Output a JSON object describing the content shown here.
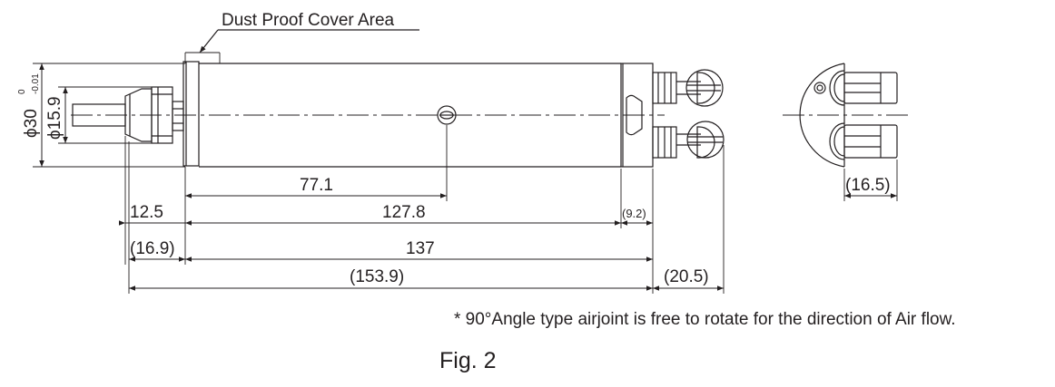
{
  "labels": {
    "callout": "Dust Proof Cover Area",
    "dia_outer": "ϕ30",
    "dia_outer_tol_upper": "0",
    "dia_outer_tol_lower": "-0.01",
    "dia_inner": "ϕ15.9",
    "dim_77": "77.1",
    "dim_127": "127.8",
    "dim_9": "(9.2)",
    "dim_12": "12.5",
    "dim_16_9": "(16.9)",
    "dim_137": "137",
    "dim_153": "(153.9)",
    "dim_20": "(20.5)",
    "dim_16_5": "(16.5)"
  },
  "note": "* 90°Angle type airjoint is free to rotate for the direction of Air flow.",
  "figure_label": "Fig. 2",
  "colors": {
    "ink": "#231f20",
    "background": "#ffffff"
  }
}
